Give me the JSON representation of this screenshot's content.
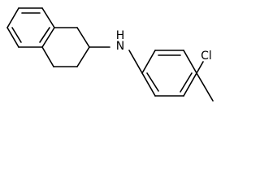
{
  "atoms": {
    "amine_label": "N",
    "amine_hydrogen_label": "H",
    "chlorine_label": "Cl"
  }
}
